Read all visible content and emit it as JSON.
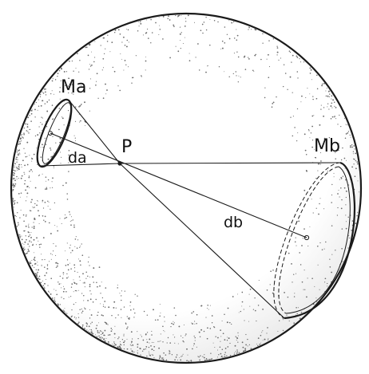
{
  "labels": {
    "mass_a": "Ma",
    "mass_b": "Mb",
    "point": "P",
    "distance_a": "da",
    "distance_b": "db"
  },
  "colors": {
    "ink": "#1a1a1a",
    "stipple": "#6b6b6b",
    "background": "#ffffff"
  }
}
